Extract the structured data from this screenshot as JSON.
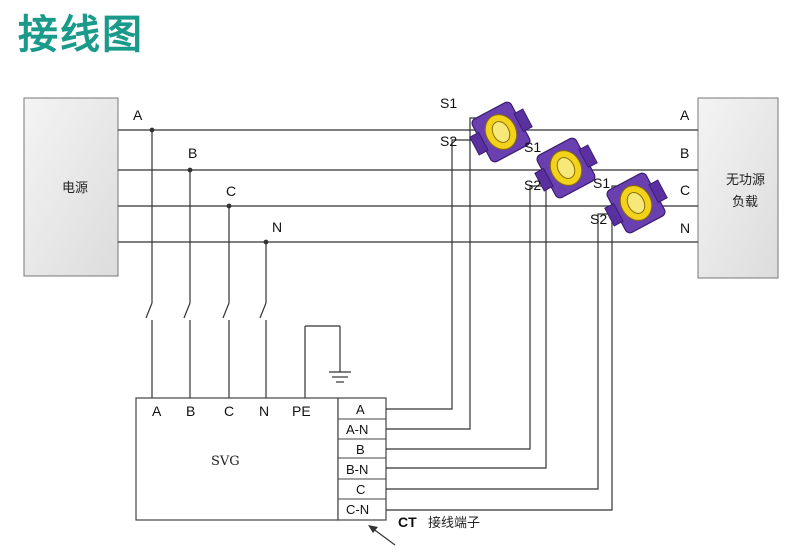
{
  "title": "接线图",
  "power_source": {
    "label": "电源"
  },
  "load": {
    "label_line1": "无功源",
    "label_line2": "负载"
  },
  "bus_left_labels": [
    "A",
    "B",
    "C",
    "N"
  ],
  "bus_right_labels": [
    "A",
    "B",
    "C",
    "N"
  ],
  "ct_labels": [
    {
      "s1": "S1",
      "s2": "S2"
    },
    {
      "s1": "S1",
      "s2": "S2"
    },
    {
      "s1": "S1",
      "s2": "S2"
    }
  ],
  "svg_device": {
    "label": "SVG",
    "inputs": [
      "A",
      "B",
      "C",
      "N",
      "PE"
    ],
    "terminals": [
      "A",
      "A-N",
      "B",
      "B-N",
      "C",
      "C-N"
    ]
  },
  "ct_terminal_caption": {
    "ct": "CT",
    "text": "接线端子"
  },
  "colors": {
    "title": "#1a9a8a",
    "ct_body": "#6a3fb0",
    "ct_ring": "#f2d21a"
  }
}
